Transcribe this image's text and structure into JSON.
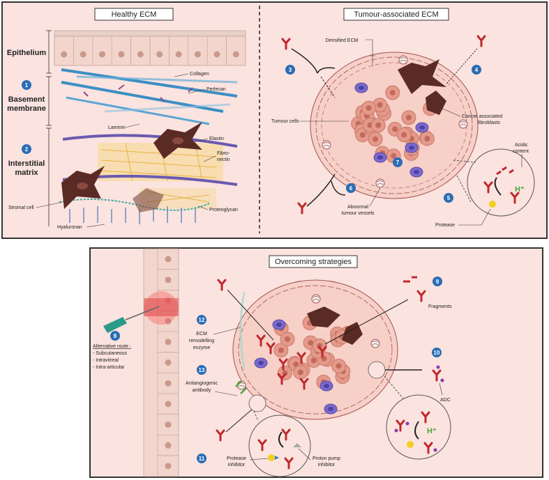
{
  "healthy": {
    "title": "Healthy ECM",
    "sections": {
      "epithelium": "Epithelium",
      "basement_1": "Basement",
      "basement_2": "membrane",
      "interstitial_1": "Interstitial",
      "interstitial_2": "matrix"
    },
    "labels": {
      "collagen": "Collagen",
      "perlecan": "Perlecan",
      "laminin": "Laminin",
      "elastin": "Elastin",
      "fibronectin_1": "Fibro-",
      "fibronectin_2": "nectin",
      "stromal": "Stromal cell",
      "proteoglycan": "Proteoglycan",
      "hyaluronan": "Hyaluronan"
    },
    "badges": [
      "1",
      "2"
    ]
  },
  "tumour": {
    "title": "Tumour-associated ECM",
    "labels": {
      "densified": "Densified ECM",
      "tumour_cells": "Tumour cells",
      "caf_1": "Cancer associated",
      "caf_2": "fibroblasts",
      "acidic_1": "Acidic",
      "acidic_2": "content",
      "h_plus": "H⁺",
      "vessels_1": "Abnormal",
      "vessels_2": "tumour vessels",
      "protease": "Protease"
    },
    "badges": [
      "3",
      "4",
      "5",
      "6",
      "7"
    ]
  },
  "strategies": {
    "title": "Overcoming strategies",
    "labels": {
      "fragments": "Fragments",
      "alt_route": "Alternative route :",
      "subcutaneous": "- Subcutaneous",
      "intravitreal": "- Intravitreal",
      "intra_articular": "- Intra-articular",
      "ecm_1": "ECM",
      "ecm_2": "remodelling",
      "ecm_3": "enzyme",
      "anti_1": "Antiangiogenic",
      "anti_2": "antibody",
      "adc": "ADC",
      "h_plus": "H⁺",
      "protease_inh_1": "Protease",
      "protease_inh_2": "inhibitor",
      "proton_1": "Proton pump",
      "proton_2": "inhibitor"
    },
    "badges": [
      "8",
      "9",
      "10",
      "11",
      "12",
      "13"
    ]
  },
  "colors": {
    "panel_bg": "#fbe3df",
    "badge": "#2a6db5",
    "antibody": "#c0282b",
    "collagen": "#3b8fc4",
    "fibroblast": "#5a2a24",
    "tumour_cell": "#e49a8a",
    "immune": "#7a6ad0",
    "vessel": "#a05050",
    "fibronectin": "#e6b43c",
    "elastin": "#6a5ab0",
    "hyaluronan": "#3aa8a0"
  }
}
